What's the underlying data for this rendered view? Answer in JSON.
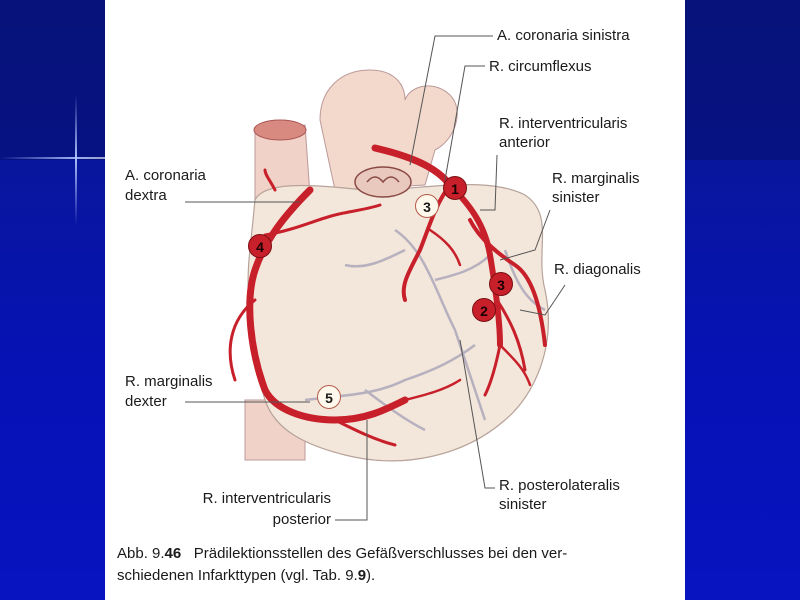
{
  "labels": {
    "a_coronaria_sinistra": "A. coronaria sinistra",
    "r_circumflexus": "R. circumflexus",
    "r_interventricularis_anterior_1": "R. interventricularis",
    "r_interventricularis_anterior_2": "anterior",
    "r_marginalis_sinister_1": "R. marginalis",
    "r_marginalis_sinister_2": "sinister",
    "r_diagonalis": "R. diagonalis",
    "a_coronaria_dextra_1": "A. coronaria",
    "a_coronaria_dextra_2": "dextra",
    "r_marginalis_dexter_1": "R. marginalis",
    "r_marginalis_dexter_2": "dexter",
    "r_interventricularis_posterior_1": "R. interventricularis",
    "r_interventricularis_posterior_2": "posterior",
    "r_posterolateralis_sinister_1": "R. posterolateralis",
    "r_posterolateralis_sinister_2": "sinister"
  },
  "markers": [
    {
      "value": "1",
      "style": "red"
    },
    {
      "value": "2",
      "style": "red"
    },
    {
      "value": "3",
      "style": "red"
    },
    {
      "value": "3",
      "style": "white"
    },
    {
      "value": "4",
      "style": "red"
    },
    {
      "value": "5",
      "style": "white"
    }
  ],
  "caption": {
    "abb_prefix": "Abb. 9.",
    "abb_number": "46",
    "text_line1": "Prädilektionsstellen des Gefäßverschlusses bei den ver-",
    "text_line2_a": "schiedenen Infarkttypen (vgl. Tab. 9.",
    "text_line2_ref": "9",
    "text_line2_b": ")."
  },
  "colors": {
    "background": "#0c1a9c",
    "artery": "#c8202a",
    "heart": "#f3e6da",
    "aorta": "#f2d9cb"
  }
}
